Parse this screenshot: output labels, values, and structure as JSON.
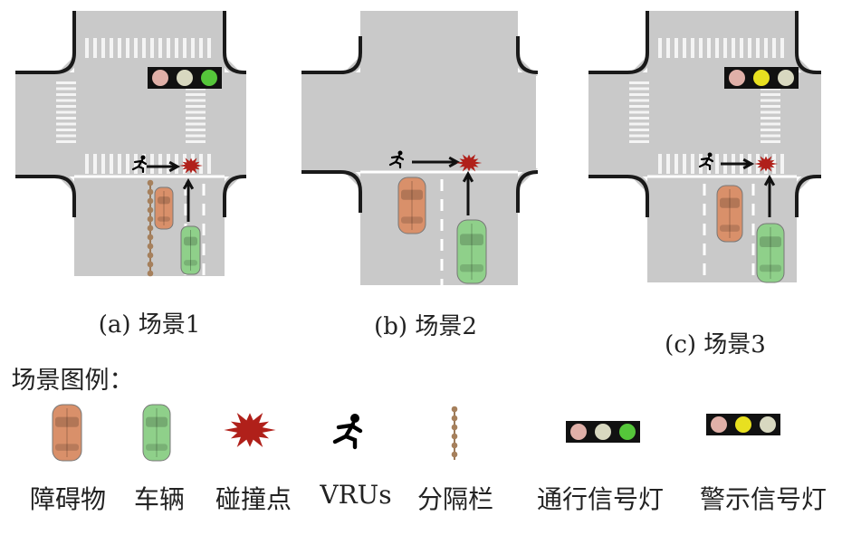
{
  "captions": {
    "a": "(a) 场景1",
    "b": "(b) 场景2",
    "c": "(c) 场景3"
  },
  "legend": {
    "title": "场景图例：",
    "items": [
      "障碍物",
      "车辆",
      "碰撞点",
      "VRUs",
      "分隔栏",
      "通行信号灯",
      "警示信号灯"
    ]
  },
  "colors": {
    "road": "#c9c9c9",
    "obstacle": "#d9906a",
    "vehicle": "#8fd08a",
    "collision": "#b0201a",
    "green_light": "#55c63a",
    "yellow_light": "#e8e020",
    "red_light_off": "#e0b0a8",
    "off_light": "#d8d8c0"
  }
}
